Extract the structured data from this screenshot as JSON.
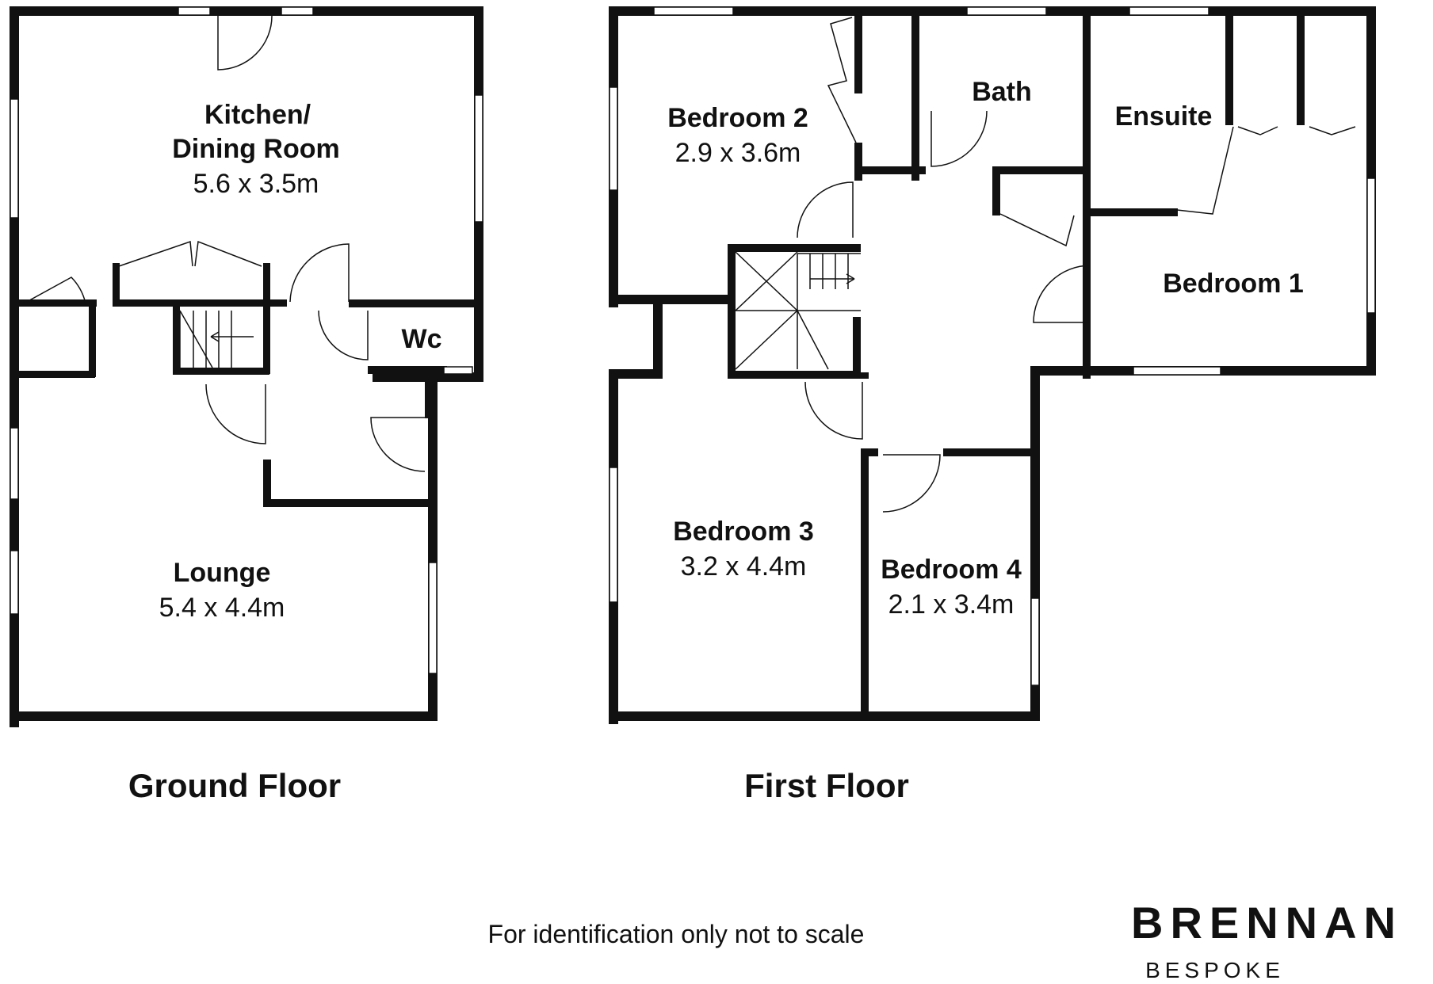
{
  "ground_floor": {
    "label": "Ground Floor",
    "rooms": {
      "kitchen_name_line1": "Kitchen/",
      "kitchen_name_line2": "Dining Room",
      "kitchen_size": "5.6 x 3.5m",
      "wc_name": "Wc",
      "lounge_name": "Lounge",
      "lounge_size": "5.4 x 4.4m"
    }
  },
  "first_floor": {
    "label": "First Floor",
    "rooms": {
      "bedroom2_name": "Bedroom 2",
      "bedroom2_size": "2.9 x 3.6m",
      "bath_name": "Bath",
      "ensuite_name": "Ensuite",
      "bedroom1_name": "Bedroom 1",
      "bedroom3_name": "Bedroom 3",
      "bedroom3_size": "3.2 x 4.4m",
      "bedroom4_name": "Bedroom 4",
      "bedroom4_size": "2.1 x 3.4m"
    }
  },
  "footer": {
    "disclaimer": "For identification only not to scale"
  },
  "brand": {
    "name": "BRENNAN",
    "tagline": "BESPOKE"
  },
  "colors": {
    "wall": "#111111",
    "background": "#ffffff"
  }
}
